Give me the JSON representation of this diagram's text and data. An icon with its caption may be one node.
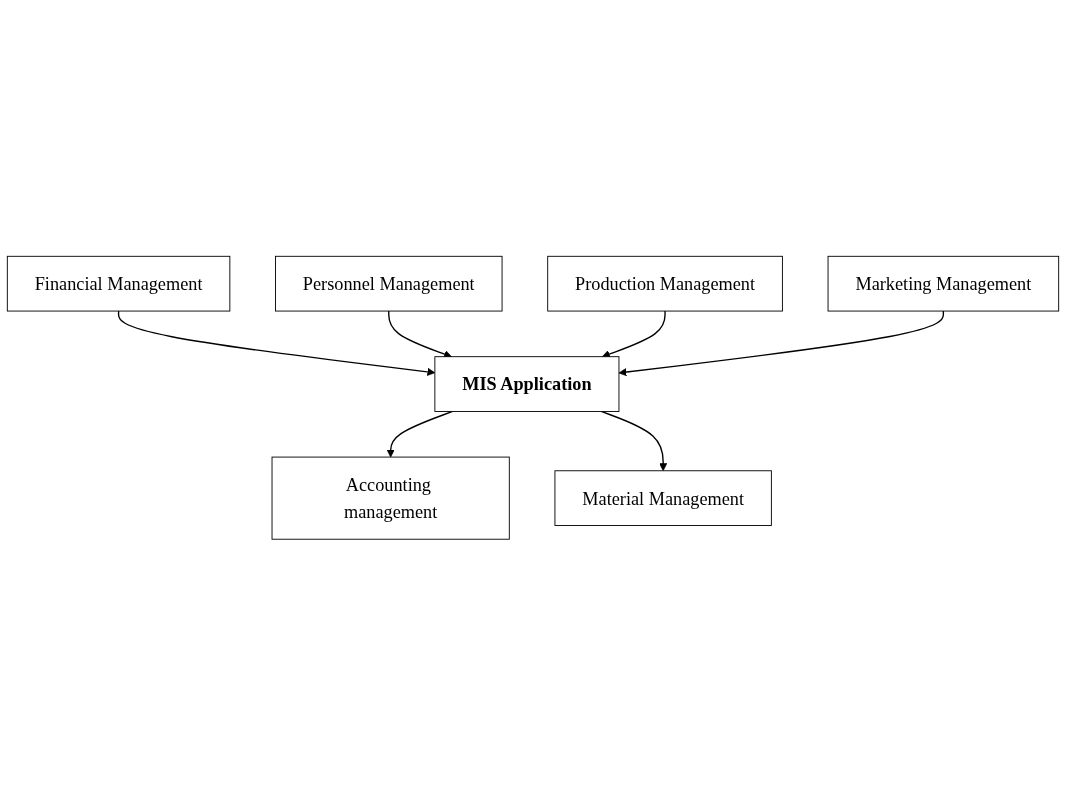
{
  "diagram": {
    "nodes": [
      {
        "text": [
          "Accounting management"
        ]
      },
      {
        "text": [
          "Financial Management"
        ]
      },
      {
        "text": [
          "Personnel Management"
        ]
      },
      {
        "text": [
          "MIS Application"
        ]
      },
      {
        "text": [
          "Production Management"
        ]
      },
      {
        "text": [
          "Marketing Management"
        ]
      },
      {
        "text": [
          "Material Management"
        ]
      }
    ],
    "edges": [
      {
        "from": 3,
        "to": 0,
        "arrow": "to"
      },
      {
        "from": 1,
        "to": 3,
        "arrow": "to"
      },
      {
        "from": 2,
        "to": 3,
        "arrow": "to"
      },
      {
        "from": 4,
        "to": 3,
        "arrow": "to"
      },
      {
        "from": 5,
        "to": 3,
        "arrow": "to"
      },
      {
        "from": 3,
        "to": 6,
        "arrow": "to"
      }
    ]
  }
}
